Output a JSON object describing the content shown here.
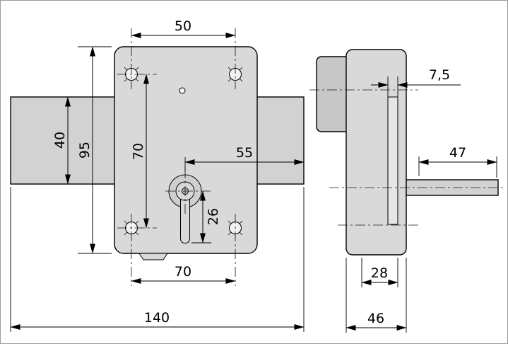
{
  "colors": {
    "background": "#ffffff",
    "frame": "#9a9a9a",
    "body_fill": "#d9d9d9",
    "bolt_fill": "#d2d2d2",
    "block_fill": "#c7c7c7",
    "faceplate_fill": "#e6e6e6",
    "keyhole_fill": "#cfcfcf",
    "hole_fill": "#f2f2f2",
    "pin_fill": "#bdbdbd"
  },
  "dimensions": {
    "front": {
      "top_hole_spacing": "50",
      "bolt_width": "40",
      "plate_height": "95",
      "hole_spacing_vertical": "70",
      "keyhole_to_bolt_tip": "55",
      "keyhole_slot": "26",
      "bottom_hole_spacing": "70",
      "overall_length": "140"
    },
    "side": {
      "faceplate_thickness": "7,5",
      "shaft_length": "47",
      "inner_depth": "28",
      "body_depth": "46"
    }
  }
}
